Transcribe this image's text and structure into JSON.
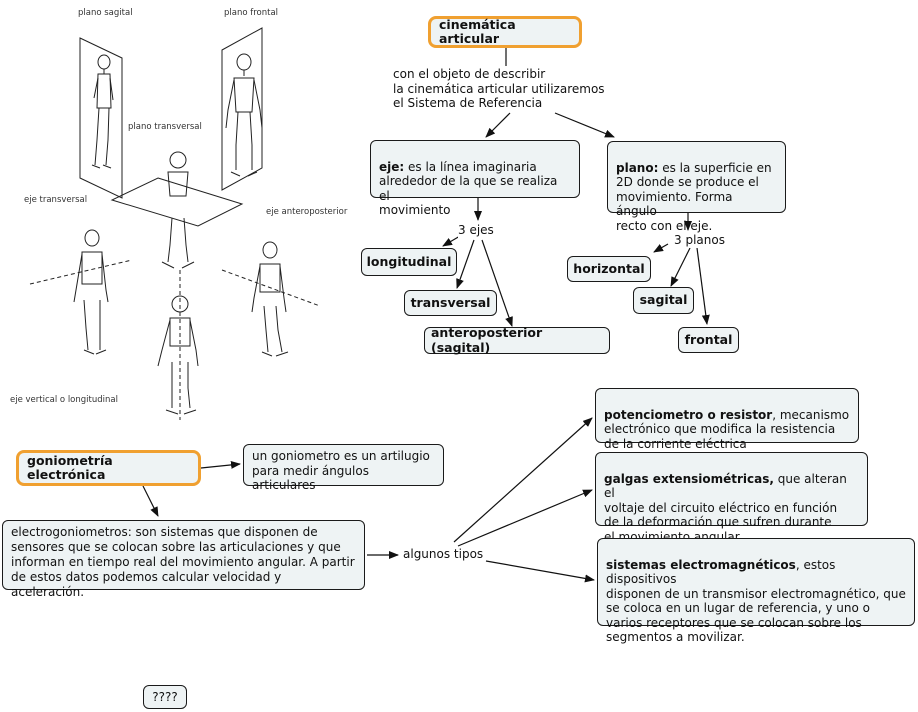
{
  "illustration": {
    "labels": {
      "plano_sagital": "plano sagital",
      "plano_frontal": "plano frontal",
      "plano_transversal": "plano transversal",
      "eje_transversal": "eje transversal",
      "eje_anteroposterior": "eje anteroposterior",
      "eje_vertical": "eje vertical o longitudinal"
    }
  },
  "concepts": {
    "cinematica": "cinemática articular",
    "intro": "con el objeto de describir\n la cinemática articular utilizaremos\nel Sistema de Referencia",
    "eje_term": "eje:",
    "eje_desc": " es la línea imaginaria\nalrededor de la que se realiza el\n movimiento",
    "plano_term": "plano:",
    "plano_desc": " es la superficie en\n2D donde se produce el\nmovimiento. Forma ángulo\nrecto con el eje.",
    "tres_ejes": "3 ejes",
    "tres_planos": "3 planos",
    "longitudinal": "longitudinal",
    "transversal": "transversal",
    "anteroposterior": "anteroposterior (sagital)",
    "horizontal": "horizontal",
    "sagital": "sagital",
    "frontal": "frontal",
    "goniometria": "goniometría electrónica",
    "goniometro_def": "un goniometro es un artilugio\npara medir ángulos articulares",
    "electrogoniometros": "electrogoniometros: son sistemas que disponen de\nsensores que se colocan sobre las articulaciones y que\ninforman en tiempo real del movimiento angular. A partir\nde estos datos podemos calcular velocidad y aceleración.",
    "algunos_tipos": "algunos tipos",
    "potenciometro_term": "potenciometro o resistor",
    "potenciometro_desc": ", mecanismo\nelectrónico que modifica la resistencia\nde la corriente eléctrica",
    "galgas_term": "galgas extensiométricas,",
    "galgas_desc": " que alteran el\nvoltaje del circuito eléctrico en función\nde la deformación que sufren durante\nel movimiento angular",
    "sistemas_term": "sistemas electromagnéticos",
    "sistemas_desc": ", estos dispositivos\ndisponen de un transmisor electromagnético, que\nse coloca en un lugar de referencia, y uno o\nvarios receptores que se colocan sobre los\nsegmentos a movilizar.",
    "unknown": "????"
  },
  "colors": {
    "accent_border": "#f0a030",
    "node_fill": "#eef3f4"
  }
}
